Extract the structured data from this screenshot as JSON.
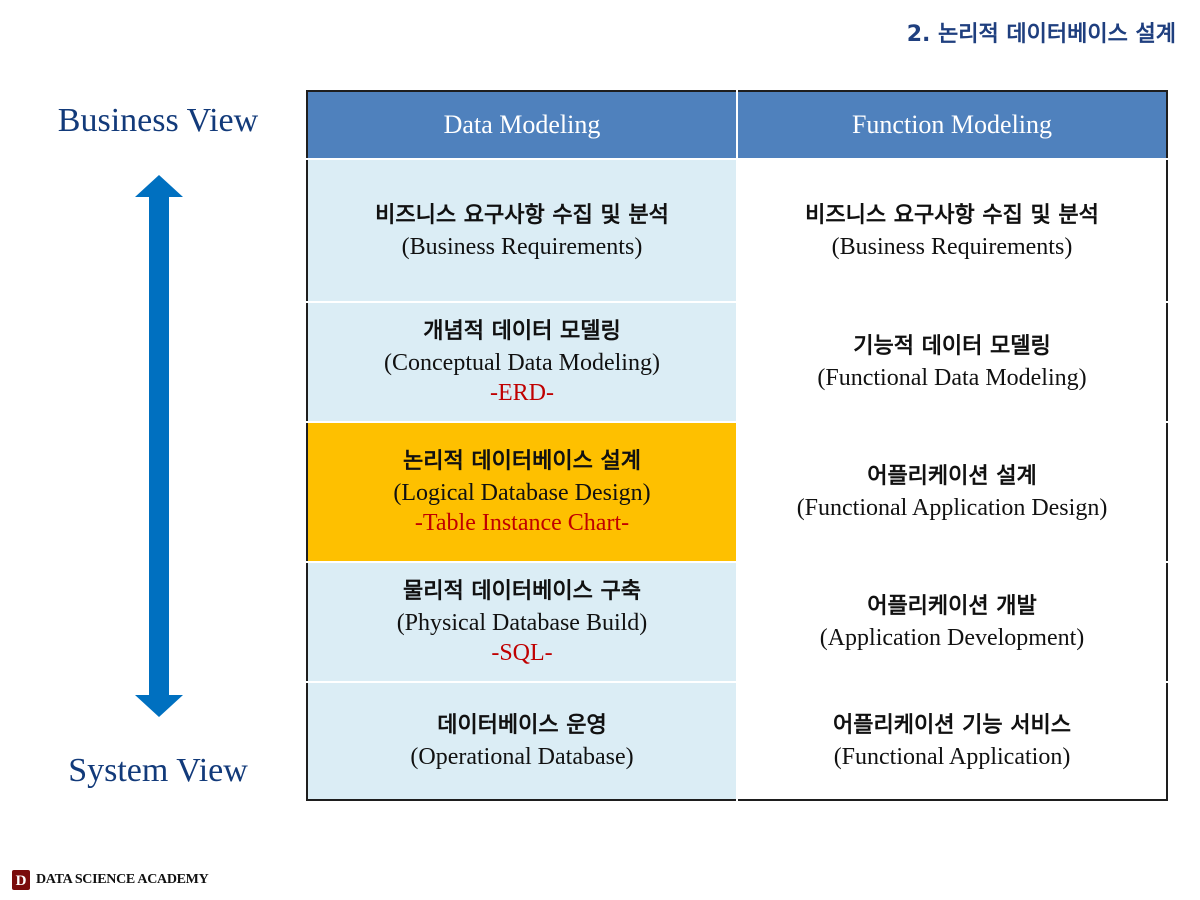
{
  "slide_title": "2. 논리적 데이터베이스 설계",
  "business_view": "Business View",
  "system_view": "System View",
  "arrow_color": "#0070c0",
  "headers": {
    "left": "Data Modeling",
    "right": "Function Modeling"
  },
  "rows": [
    {
      "left": {
        "ko": "비즈니스 요구사항 수집 및 분석",
        "en": "(Business Requirements)",
        "tag": ""
      },
      "right": {
        "ko": "비즈니스 요구사항 수집 및 분석",
        "en": "(Business Requirements)"
      }
    },
    {
      "left": {
        "ko": "개념적 데이터 모델링",
        "en": "(Conceptual Data Modeling)",
        "tag": "-ERD-"
      },
      "right": {
        "ko": "기능적 데이터 모델링",
        "en": "(Functional Data Modeling)"
      }
    },
    {
      "left": {
        "ko": "논리적 데이터베이스 설계",
        "en": "(Logical Database Design)",
        "tag": "-Table Instance Chart-"
      },
      "right": {
        "ko": "어플리케이션 설계",
        "en": "(Functional Application Design)"
      }
    },
    {
      "left": {
        "ko": "물리적 데이터베이스 구축",
        "en": "(Physical Database Build)",
        "tag": "-SQL-"
      },
      "right": {
        "ko": "어플리케이션 개발",
        "en": "(Application Development)"
      }
    },
    {
      "left": {
        "ko": "데이터베이스 운영",
        "en": "(Operational Database)",
        "tag": ""
      },
      "right": {
        "ko": "어플리케이션 기능 서비스",
        "en": "(Functional Application)"
      }
    }
  ],
  "footer": {
    "logo_text": "DATA SCIENCE ACADEMY",
    "logo_letter": "D"
  }
}
